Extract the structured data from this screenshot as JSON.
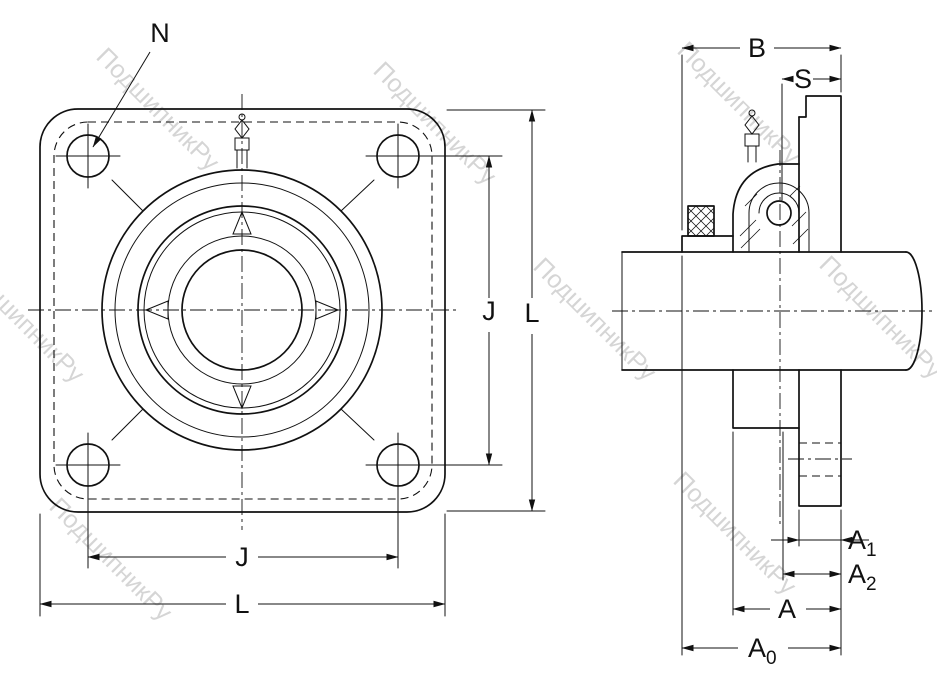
{
  "watermark": {
    "text": "ПодшипникРу",
    "color": "#c7c7c7"
  },
  "labels": {
    "n": "N",
    "j_right": "J",
    "l_right": "L",
    "j_bottom": "J",
    "l_bottom": "L",
    "b": "B",
    "s": "S",
    "a": "A",
    "a0_base": "A",
    "a0_sub": "0",
    "a1_base": "A",
    "a1_sub": "1",
    "a2_base": "A",
    "a2_sub": "2"
  },
  "colors": {
    "line": "#111111",
    "background": "#ffffff"
  }
}
